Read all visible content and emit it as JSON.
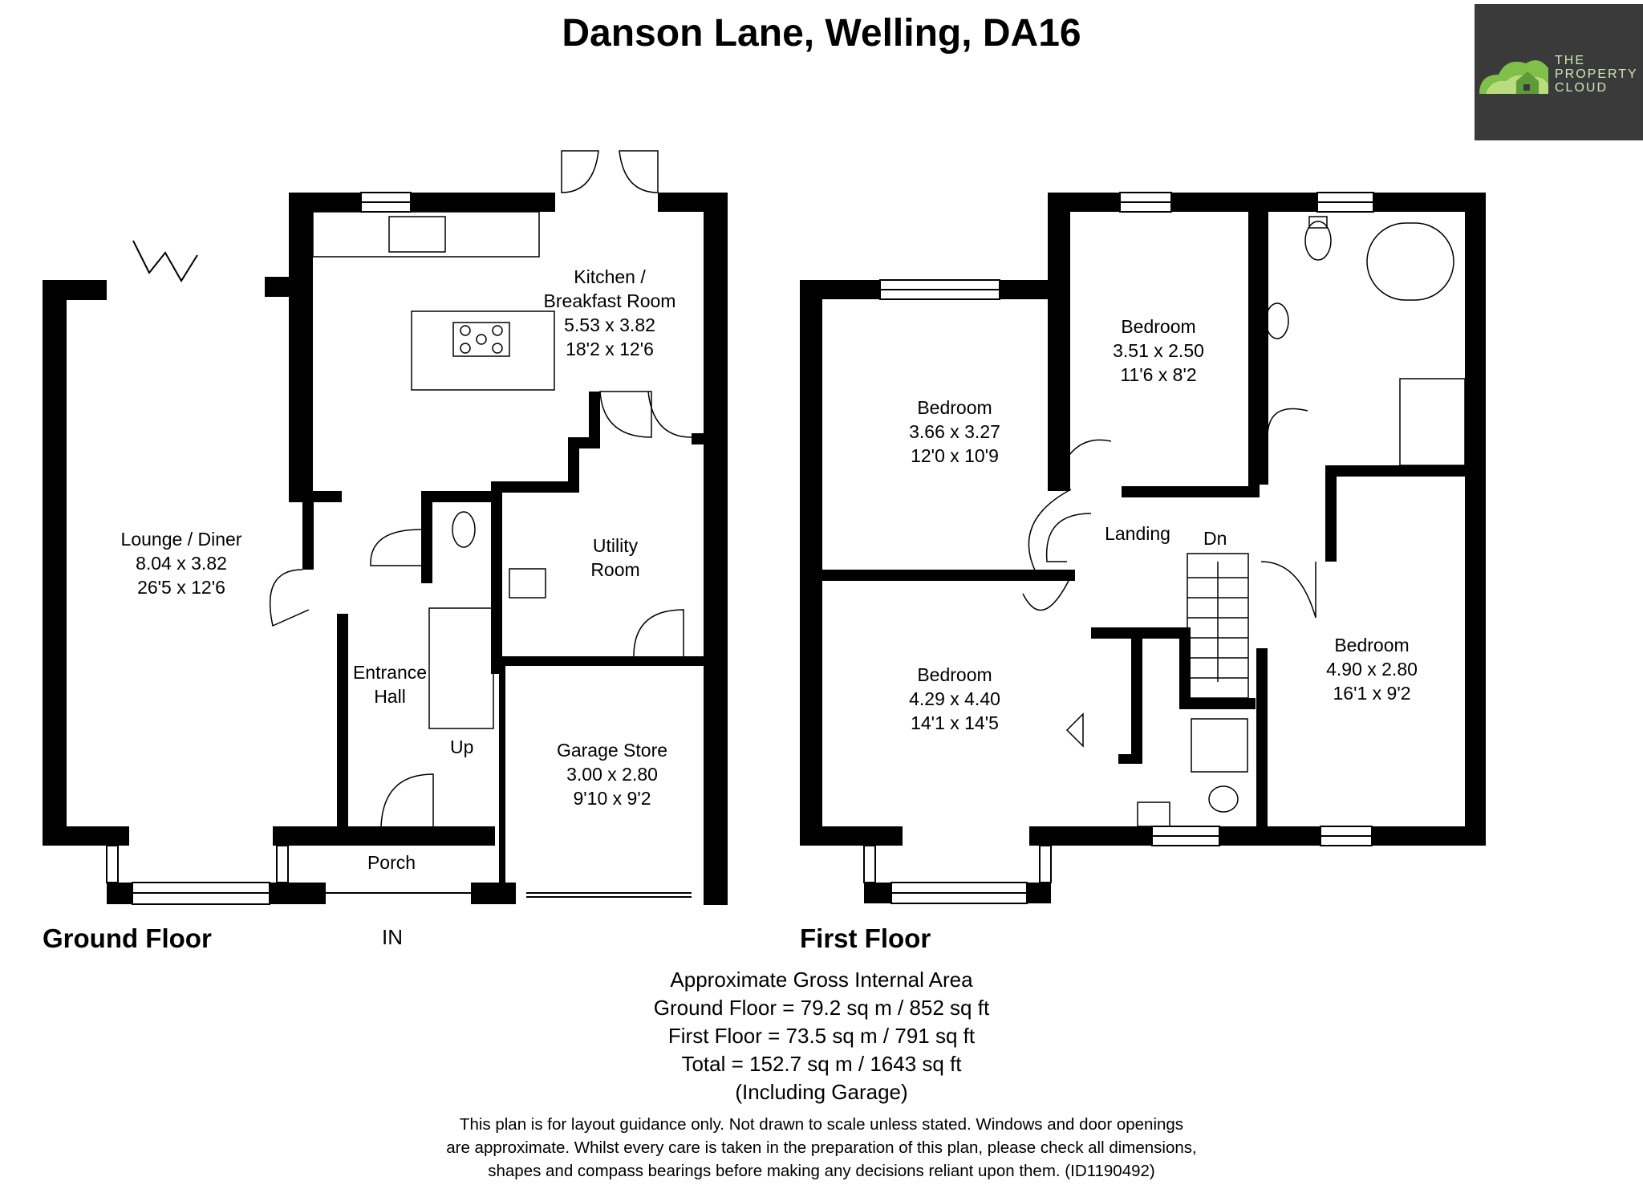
{
  "title": "Danson Lane, Welling, DA16",
  "logo": {
    "line1": "THE",
    "line2": "PROPERTY",
    "line3": "CLOUD",
    "icon": "cloud-house-icon",
    "bg": "#3a3a3a",
    "accent": "#9fd36a"
  },
  "ground_floor": {
    "label": "Ground Floor",
    "entrance_marker": "IN",
    "stairs_label": "Up",
    "rooms": [
      {
        "name": "Kitchen /",
        "name2": "Breakfast Room",
        "metric": "5.53 x 3.82",
        "imperial": "18'2 x 12'6"
      },
      {
        "name": "Lounge / Diner",
        "metric": "8.04 x 3.82",
        "imperial": "26'5 x 12'6"
      },
      {
        "name": "Utility",
        "name2": "Room"
      },
      {
        "name": "Entrance",
        "name2": "Hall"
      },
      {
        "name": "Garage Store",
        "metric": "3.00 x 2.80",
        "imperial": "9'10 x 9'2"
      },
      {
        "name": "Porch"
      }
    ]
  },
  "first_floor": {
    "label": "First Floor",
    "stairs_label": "Dn",
    "rooms": [
      {
        "name": "Bedroom",
        "metric": "3.66 x 3.27",
        "imperial": "12'0 x 10'9"
      },
      {
        "name": "Bedroom",
        "metric": "3.51 x 2.50",
        "imperial": "11'6 x 8'2"
      },
      {
        "name": "Landing"
      },
      {
        "name": "Bedroom",
        "metric": "4.29 x 4.40",
        "imperial": "14'1 x 14'5"
      },
      {
        "name": "Bedroom",
        "metric": "4.90 x 2.80",
        "imperial": "16'1 x 9'2"
      }
    ]
  },
  "area_summary": {
    "heading": "Approximate Gross Internal Area",
    "ground": "Ground Floor = 79.2 sq m / 852 sq ft",
    "first": "First Floor = 73.5 sq m / 791 sq ft",
    "total": "Total = 152.7 sq m / 1643 sq ft",
    "note": "(Including Garage)"
  },
  "disclaimer": {
    "line1": "This plan is for layout guidance only. Not drawn to scale unless stated. Windows and door openings",
    "line2": "are approximate. Whilst every care is taken in the preparation of this plan, please check all dimensions,",
    "line3": "shapes and compass bearings before making any decisions reliant upon them. (ID1190492)"
  }
}
